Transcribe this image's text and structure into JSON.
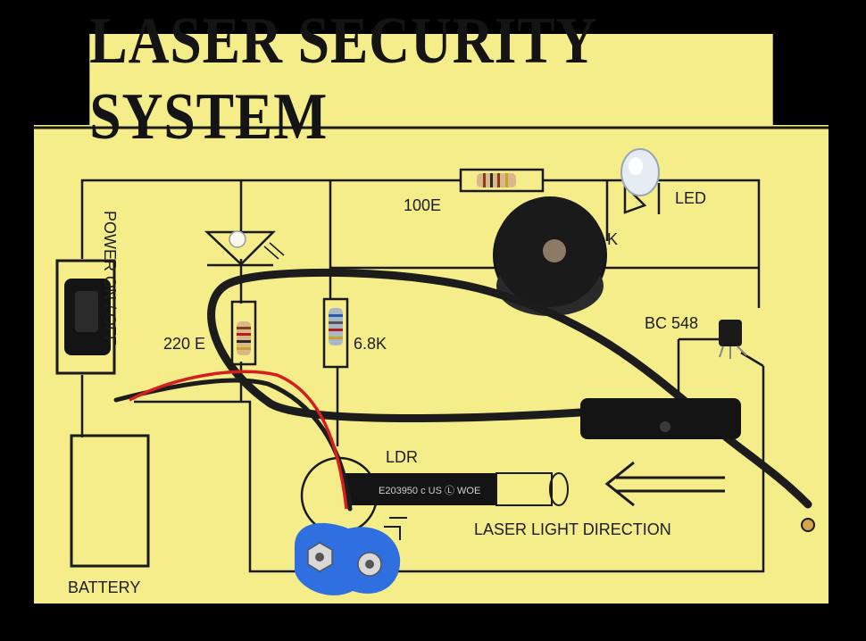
{
  "title": "LASER SECURITY SYSTEM",
  "labels": {
    "power_switch": "POWER ON / OFF",
    "resistor_220": "220 E",
    "resistor_6_8k": "6.8K",
    "resistor_100": "100E",
    "led": "LED",
    "buzzer_k": "K",
    "transistor": "BC 548",
    "ldr": "LDR",
    "laser_direction": "LASER LIGHT DIRECTION",
    "battery": "BATTERY",
    "tube_print": "E203950  c US  Ⓛ  WOE"
  },
  "colors": {
    "board": "#f4ed8a",
    "frame": "#000000",
    "trace": "#1a1a1a",
    "battery_clip": "#2f6fe0",
    "red_wire": "#d61e1e"
  }
}
